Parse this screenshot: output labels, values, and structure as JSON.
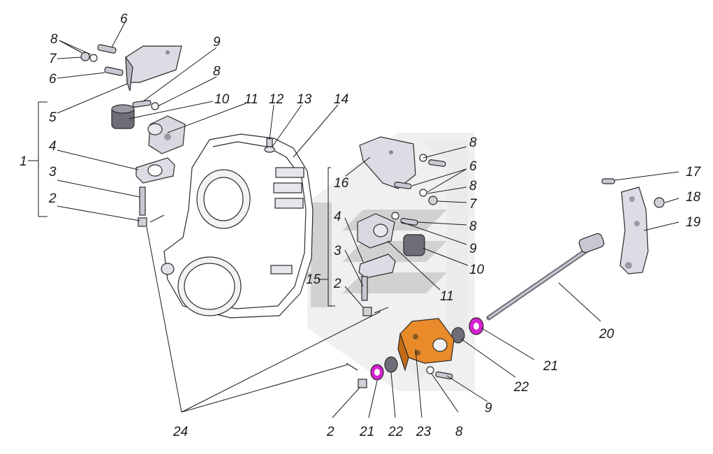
{
  "diagram": {
    "part_numbers": {
      "p1": "1",
      "p2a": "2",
      "p3a": "3",
      "p4a": "4",
      "p5": "5",
      "p6a": "6",
      "p6b": "6",
      "p7a": "7",
      "p8a": "8",
      "p9a": "9",
      "p8b": "8",
      "p10a": "10",
      "p11a": "11",
      "p12": "12",
      "p13": "13",
      "p14": "14",
      "p16": "16",
      "p8c": "8",
      "p6c": "6",
      "p8d": "8",
      "p7b": "7",
      "p4b": "4",
      "p8e": "8",
      "p3b": "3",
      "p9b": "9",
      "p10b": "10",
      "p15": "15",
      "p2b": "2",
      "p11b": "11",
      "p17": "17",
      "p18": "18",
      "p19": "19",
      "p20": "20",
      "p21a": "21",
      "p22a": "22",
      "p9c": "9",
      "p24": "24",
      "p2c": "2",
      "p21b": "21",
      "p22b": "22",
      "p23": "23",
      "p8f": "8"
    },
    "colors": {
      "metal": "#d9d9e1",
      "metal_dark": "#8a8a96",
      "bracket_orange": "#e98a2b",
      "washer_magenta": "#d81fd2",
      "watermark": "#c9c9c9",
      "watermark_green": "#cfe3cf"
    }
  }
}
